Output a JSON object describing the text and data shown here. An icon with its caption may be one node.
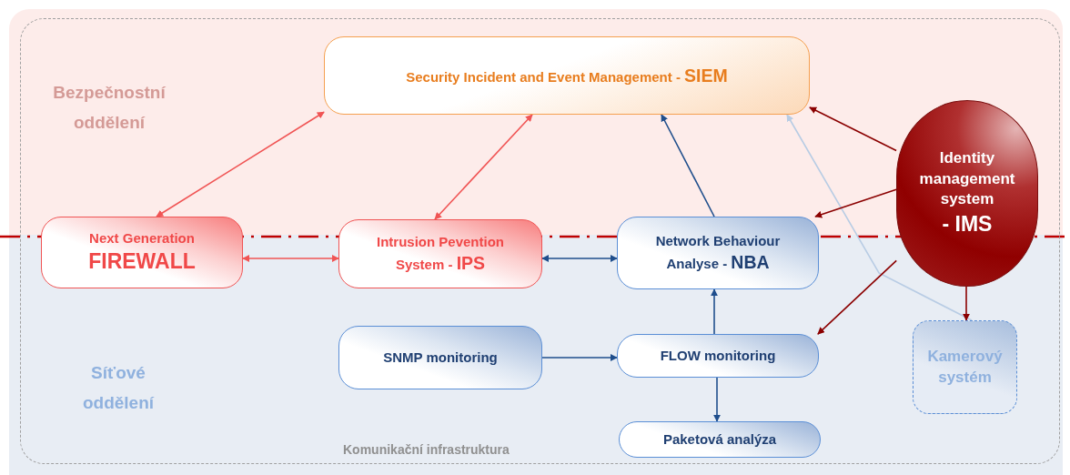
{
  "diagram": {
    "nodes": [
      {
        "text": [
          "Komunikační infrastruktura"
        ]
      },
      {
        "text": [
          "Security Incident and Event Management - **SIEM**"
        ],
        "in": 0
      },
      {
        "text": [
          "Next Generation",
          "FIREWALL"
        ],
        "in": 0
      },
      {
        "text": [
          "Intrusion Pevention System - **IPS**"
        ],
        "in": 0
      },
      {
        "text": [
          "Network Behaviour Analyse - **NBA**"
        ],
        "in": 0
      },
      {
        "text": [
          "Identity management system",
          "- IMS"
        ],
        "in": 0
      },
      {
        "text": [
          "SNMP monitoring"
        ],
        "in": 0
      },
      {
        "text": [
          "FLOW monitoring"
        ],
        "in": 0
      },
      {
        "text": [
          "Kamerový systém"
        ],
        "in": 0
      },
      {
        "text": [
          "Paketová analýza"
        ],
        "in": 0
      }
    ],
    "edges": [
      {
        "from": 1,
        "to": 2,
        "arrow": "both",
        "color": "#f05454"
      },
      {
        "from": 1,
        "to": 3,
        "arrow": "both",
        "color": "#f05454"
      },
      {
        "from": 2,
        "to": 3,
        "arrow": "both",
        "color": "#f05454"
      },
      {
        "from": 3,
        "to": 4,
        "arrow": "both"
      },
      {
        "from": 4,
        "to": 1,
        "arrow": "to"
      },
      {
        "from": 8,
        "to": 1,
        "arrow": "to",
        "color": "#b8cce4"
      },
      {
        "from": 5,
        "to": 1,
        "arrow": "to",
        "color": "#8b0000"
      },
      {
        "from": 5,
        "to": 4,
        "arrow": "to",
        "color": "#8b0000"
      },
      {
        "from": 5,
        "to": 7,
        "arrow": "to",
        "color": "#8b0000"
      },
      {
        "from": 5,
        "to": 8,
        "arrow": "to",
        "color": "#8b0000"
      },
      {
        "from": 7,
        "to": 4,
        "arrow": "to"
      },
      {
        "from": 6,
        "to": 7,
        "arrow": "to"
      },
      {
        "from": 7,
        "to": 9,
        "arrow": "to"
      }
    ],
    "labels": [
      "Bezpečnostní oddělení",
      "Síťové oddělení"
    ]
  }
}
